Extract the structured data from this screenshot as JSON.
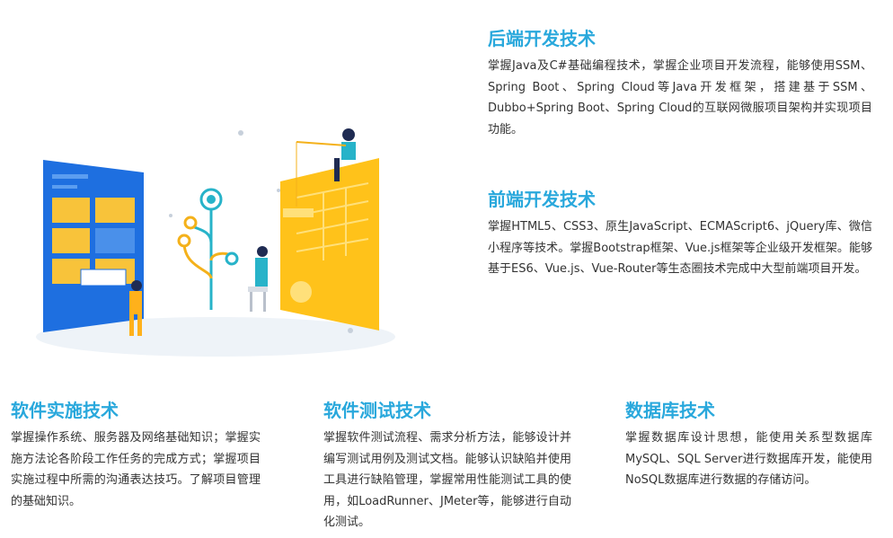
{
  "backend": {
    "title": "后端开发技术",
    "body": "掌握Java及C#基础编程技术，掌握企业项目开发流程，能够使用SSM、Spring Boot、Spring Cloud等Java开发框架，搭建基于SSM、Dubbo+Spring Boot、Spring Cloud的互联网微服项目架构并实现项目功能。"
  },
  "frontend": {
    "title": "前端开发技术",
    "body": "掌握HTML5、CSS3、原生JavaScript、ECMAScript6、jQuery库、微信小程序等技术。掌握Bootstrap框架、Vue.js框架等企业级开发框架。能够基于ES6、Vue.js、Vue-Router等生态圈技术完成中大型前端项目开发。"
  },
  "implementation": {
    "title": "软件实施技术",
    "body": "掌握操作系统、服务器及网络基础知识；掌握实施方法论各阶段工作任务的完成方式；掌握项目实施过程中所需的沟通表达技巧。了解项目管理的基础知识。"
  },
  "testing": {
    "title": "软件测试技术",
    "body": "掌握软件测试流程、需求分析方法，能够设计并编写测试用例及测试文档。能够认识缺陷并使用工具进行缺陷管理，掌握常用性能测试工具的使用，如LoadRunner、JMeter等，能够进行自动化测试。"
  },
  "database": {
    "title": "数据库技术",
    "body": "掌握数据库设计思想，能使用关系型数据库MySQL、SQL Server进行数据库开发，能使用NoSQL数据库进行数据的存储访问。"
  },
  "colors": {
    "accent": "#29a8dc",
    "blue_panel": "#1e6fe0",
    "yellow_panel": "#ffc21a",
    "teal": "#27b3c9"
  }
}
